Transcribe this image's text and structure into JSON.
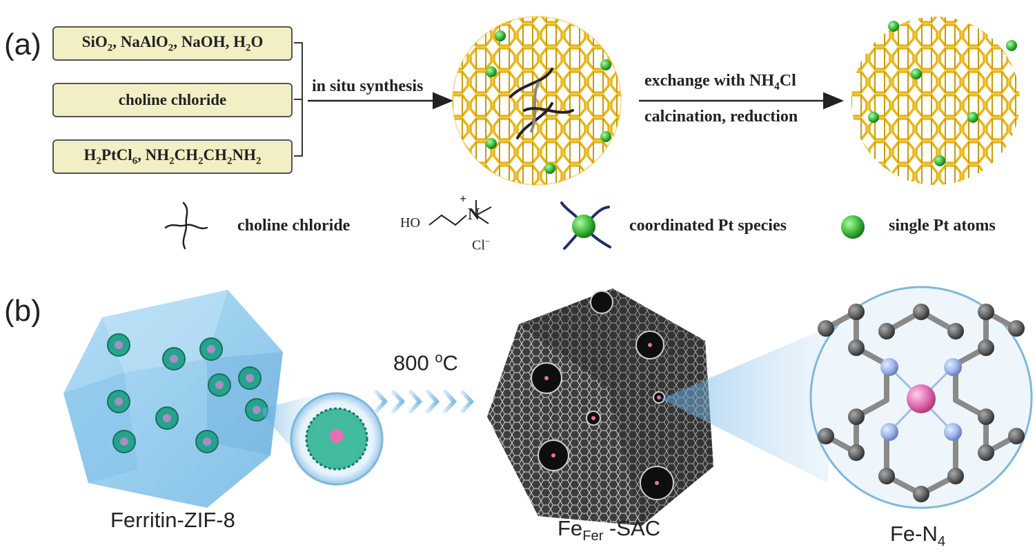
{
  "panel_a": {
    "label": "(a)",
    "reagents": {
      "box1": [
        "SiO",
        "2",
        ", NaAlO",
        "2",
        ", NaOH, H",
        "2",
        "O"
      ],
      "box2": "choline chloride",
      "box3": [
        "H",
        "2",
        "PtCl",
        "6",
        ", NH",
        "2",
        "CH",
        "2",
        "CH",
        "2",
        "NH",
        "2"
      ]
    },
    "arrow1_label": "in situ synthesis",
    "arrow2_label_top": [
      "exchange with NH",
      "4",
      "Cl"
    ],
    "arrow2_label_bottom": "calcination, reduction",
    "legend": {
      "choline": "choline chloride",
      "formula_ho": "HO",
      "formula_n": "N",
      "formula_plus": "+",
      "formula_cl": "Cl",
      "formula_minus": "−",
      "coordinated": "coordinated Pt species",
      "single": "single Pt atoms"
    },
    "colors": {
      "framework": "#e8b515",
      "pt_atom": "#3fbf3f",
      "box_fill": "#f2efc4"
    }
  },
  "panel_b": {
    "label": "(b)",
    "arrow_label": "800 ",
    "arrow_label_sup": "o",
    "arrow_label_unit": "C",
    "left_caption": "Ferritin-ZIF-8",
    "middle_caption_main": "Fe",
    "middle_caption_sub": "Fer",
    "middle_caption_rest": " -SAC",
    "right_caption_main": "Fe-N",
    "right_caption_sub": "4",
    "colors": {
      "zif": "#8fc9ee",
      "ferritin": "#25a38c",
      "carbon": "#555555",
      "nitrogen": "#9fb8ee",
      "iron": "#e46fb4"
    }
  }
}
